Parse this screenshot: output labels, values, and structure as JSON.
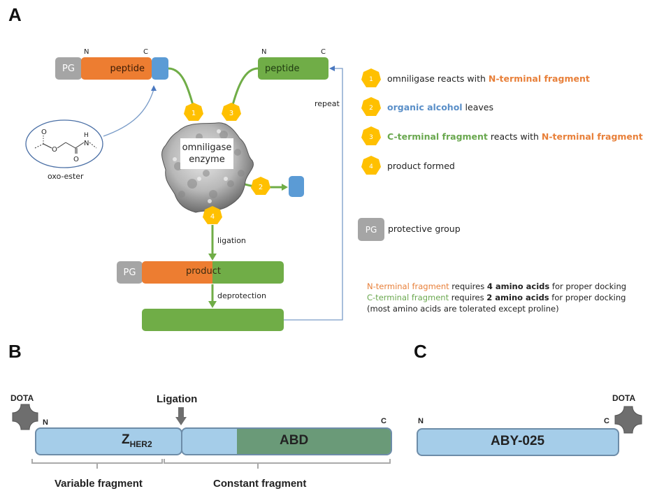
{
  "panels": {
    "a": "A",
    "b": "B",
    "c": "C"
  },
  "panel_a": {
    "n_fragment": {
      "pg": "PG",
      "label": "peptide",
      "n": "N",
      "c": "C"
    },
    "c_fragment": {
      "label": "peptide",
      "n": "N",
      "c": "C"
    },
    "oxo_ester_label": "oxo-ester",
    "chem": {
      "o_top": "O",
      "o_mid": "O",
      "nh_h": "H",
      "nh_n": "N",
      "o_bottom": "O"
    },
    "enzyme_label_line1": "omniligase",
    "enzyme_label_line2": "enzyme",
    "steps_on_diagram": [
      "1",
      "2",
      "3",
      "4"
    ],
    "repeat_label": "repeat",
    "ligation_label": "ligation",
    "product": {
      "pg": "PG",
      "label": "product"
    },
    "deprotection_label": "deprotection",
    "legend": [
      {
        "num": "1",
        "parts": [
          {
            "text": "omniligase reacts with ",
            "style": "plain"
          },
          {
            "text": "N-terminal fragment",
            "style": "orange"
          }
        ]
      },
      {
        "num": "2",
        "parts": [
          {
            "text": "organic alcohol",
            "style": "blue"
          },
          {
            "text": " leaves",
            "style": "plain"
          }
        ]
      },
      {
        "num": "3",
        "parts": [
          {
            "text": "C-terminal fragment",
            "style": "green"
          },
          {
            "text": " reacts with ",
            "style": "plain"
          },
          {
            "text": "N-terminal fragment",
            "style": "orange"
          }
        ]
      },
      {
        "num": "4",
        "parts": [
          {
            "text": "product formed",
            "style": "plain"
          }
        ]
      }
    ],
    "pg_legend": {
      "box": "PG",
      "text": "protective group"
    },
    "notes": {
      "line1": {
        "colored": "N-terminal fragment",
        "pre": " requires ",
        "bold": "4 amino acids",
        "post": " for proper docking"
      },
      "line2": {
        "colored": "C-terminal fragment",
        "pre": " requires ",
        "bold": "2 amino acids",
        "post": " for proper docking"
      },
      "line3": "(most amino acids are tolerated except proline)"
    }
  },
  "panel_b": {
    "dota": "DOTA",
    "ligation": "Ligation",
    "n": "N",
    "c": "C",
    "z_main": "Z",
    "z_sub": "HER2",
    "abd": "ABD",
    "variable": "Variable fragment",
    "constant": "Constant fragment"
  },
  "panel_c": {
    "dota": "DOTA",
    "n": "N",
    "c": "C",
    "label": "ABY-025"
  },
  "colors": {
    "orange": "#ed7d31",
    "green": "#70ad47",
    "blue": "#5b9bd5",
    "gray": "#a5a5a5",
    "gold": "#ffc000",
    "light_blue": "#a5cde9",
    "dark_green": "#6a9a78"
  }
}
